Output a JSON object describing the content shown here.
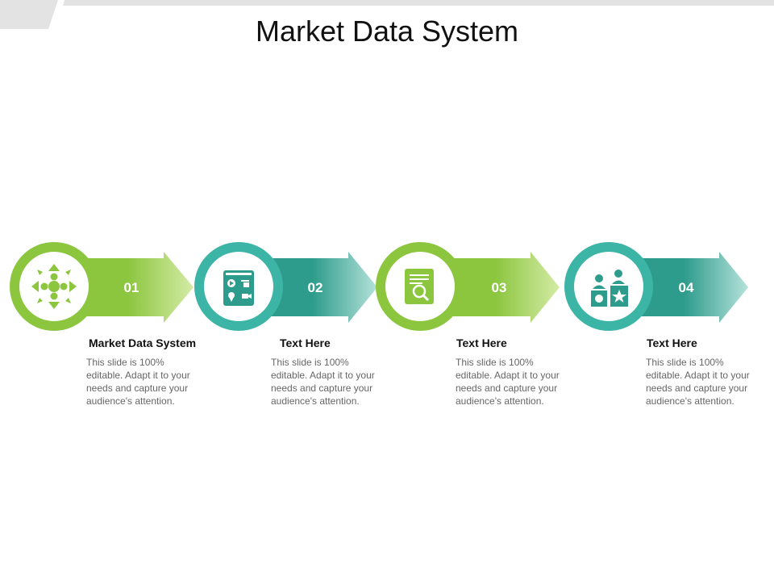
{
  "slide": {
    "title": "Market Data System"
  },
  "colors": {
    "green": "#8CC63F",
    "green_light": "#C9E58E",
    "teal": "#2E9C8C",
    "teal_light": "#A9DDD5",
    "teal_ring": "#3DB5A6",
    "top_bar": "#E3E3E3"
  },
  "steps": [
    {
      "number": "01",
      "heading": "Market Data System",
      "body": "This slide is 100% editable. Adapt it to your needs and capture your audience's attention.",
      "icon": "market-arrows-icon",
      "color": "green"
    },
    {
      "number": "02",
      "heading": "Text Here",
      "body": "This slide is 100% editable. Adapt it to your needs and capture your audience's attention.",
      "icon": "media-tablet-icon",
      "color": "teal"
    },
    {
      "number": "03",
      "heading": "Text Here",
      "body": "This slide is 100% editable. Adapt it to your needs and capture your audience's attention.",
      "icon": "document-search-icon",
      "color": "green"
    },
    {
      "number": "04",
      "heading": "Text Here",
      "body": "This slide is 100% editable. Adapt it to your needs and capture your audience's attention.",
      "icon": "people-boxes-icon",
      "color": "teal"
    }
  ]
}
